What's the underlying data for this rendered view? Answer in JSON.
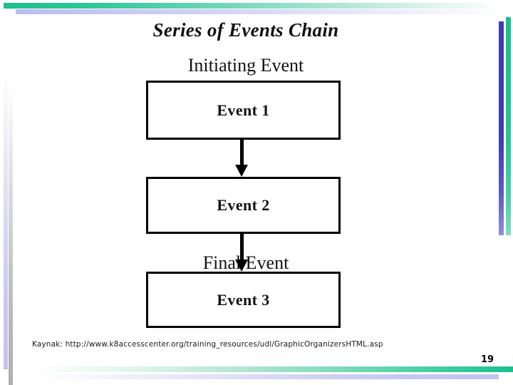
{
  "slide": {
    "title": "Series of Events Chain",
    "page_number": "19",
    "citation": "Kaynak: http://www.k8accesscenter.org/training_resources/udl/GraphicOrganizersHTML.asp"
  },
  "diagram": {
    "initiating_label": "Initiating Event",
    "final_label": "Final Event",
    "boxes": [
      {
        "label": "Event 1"
      },
      {
        "label": "Event 2"
      },
      {
        "label": "Event 3"
      }
    ],
    "connectors": [
      {
        "name": "arrow-event1-to-event2"
      },
      {
        "name": "arrow-event2-to-event3"
      }
    ]
  },
  "decor": {
    "accent_green": "#17c090",
    "accent_purple": "#c3c3f0",
    "accent_blue": "#3c3cb4",
    "accent_gray": "#b0b0b0",
    "outline": "#000000"
  }
}
